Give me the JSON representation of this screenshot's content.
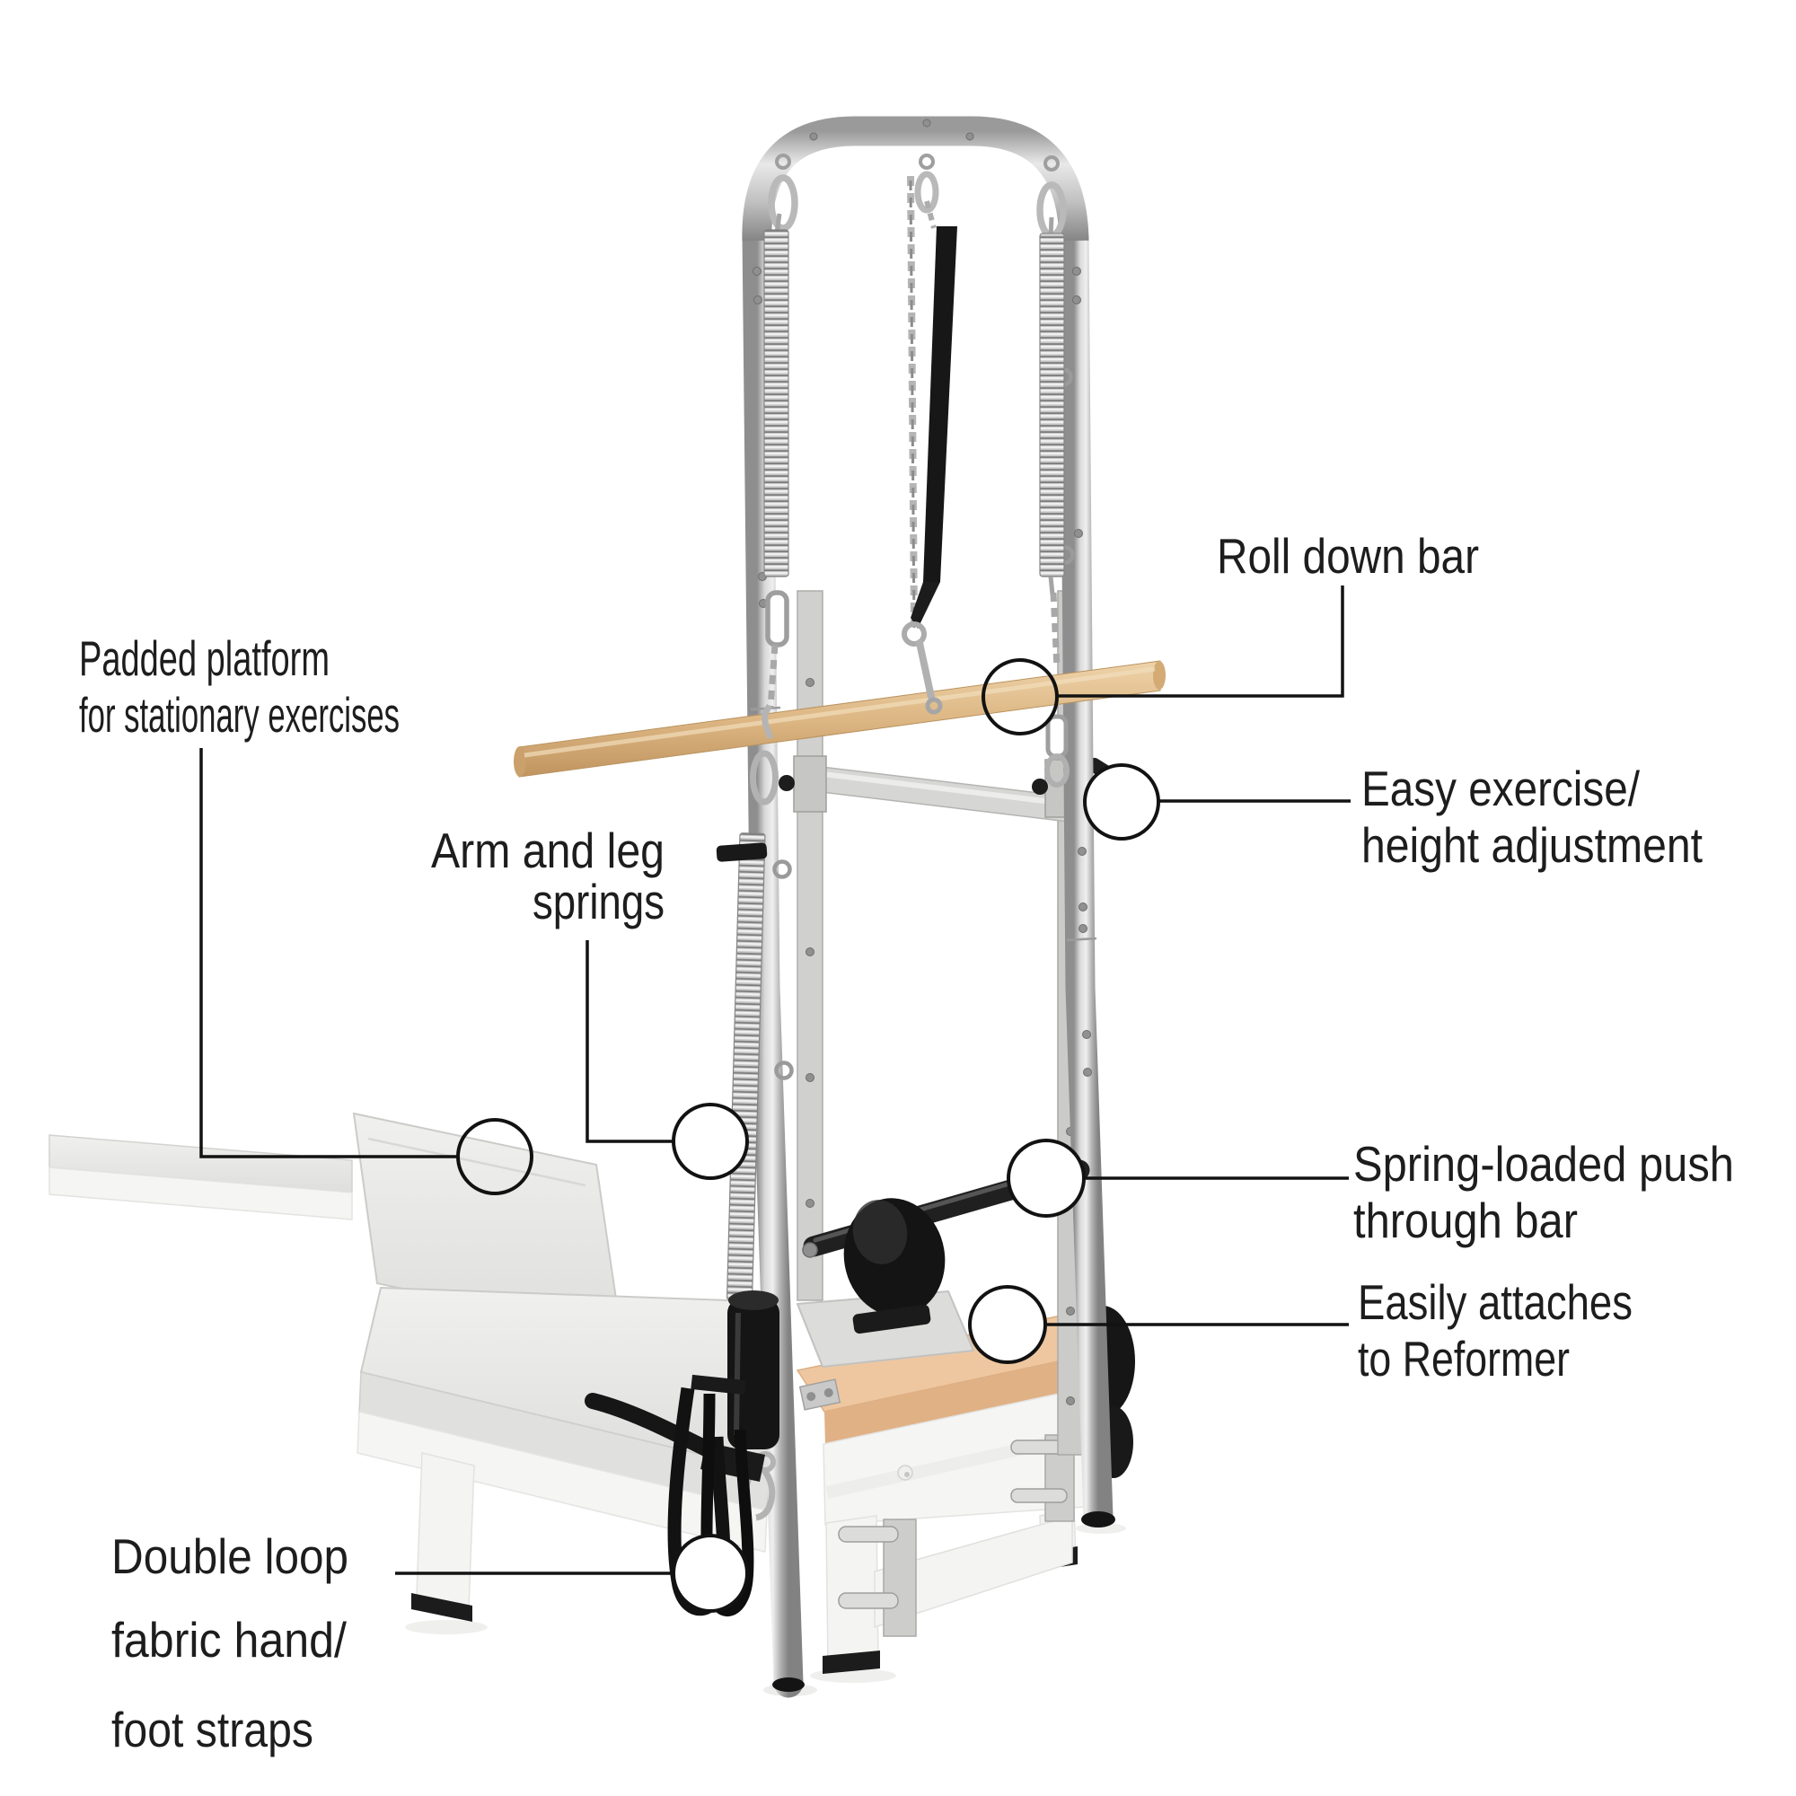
{
  "page": {
    "type": "annotated-product-diagram",
    "subject": "Pilates reformer with tower attachment",
    "background_color": "#ffffff",
    "text_color": "#1d1d1d",
    "callout_line_color": "#121212",
    "callout_circle_fill": "#ffffff",
    "metal_color": "#b6b6b6",
    "wood_color": "#ddb784",
    "pad_color": "#e9e9e7",
    "board_color": "#eec7a0",
    "strap_color": "#161616"
  },
  "labels": {
    "padded_platform": {
      "line1": "Padded platform",
      "line2": "for stationary exercises"
    },
    "arm_leg_springs": {
      "line1": "Arm and leg",
      "line2": "springs"
    },
    "double_loop_straps": {
      "line1": "Double loop",
      "line2": "fabric hand/",
      "line3": "foot straps"
    },
    "roll_down_bar": {
      "line1": "Roll down bar"
    },
    "height_adjustment": {
      "line1": "Easy exercise/",
      "line2": "height adjustment"
    },
    "push_through_bar": {
      "line1": "Spring-loaded push",
      "line2": "through bar"
    },
    "attaches_reformer": {
      "line1": "Easily attaches",
      "line2": "to Reformer"
    }
  }
}
